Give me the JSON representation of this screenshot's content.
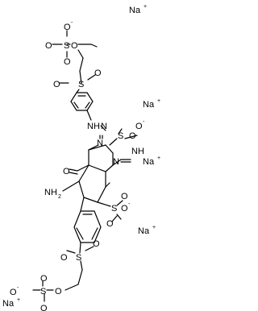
{
  "structure": {
    "type": "chemical-structure",
    "ions": {
      "na1": "Na",
      "na1_charge": "+",
      "na2": "Na",
      "na2_charge": "+",
      "na3": "Na",
      "na3_charge": "+",
      "na4": "Na",
      "na4_charge": "+"
    },
    "labels": {
      "o_minus_top": "O",
      "o_minus_top_charge": "-",
      "s_top": "S",
      "o_top_left": "O",
      "o_top_ester": "O",
      "o_top_down": "O",
      "s_sulfonyl1": "S",
      "o_sulf1_left": "O",
      "o_sulf1_right": "O",
      "n_h_hydrazo": "N",
      "n_h_hydrazo_h": "H",
      "nn_hydrazo": "N",
      "n_azo_left": "N",
      "o_so3_r1": "O",
      "o_so3_r1_charge": "-",
      "s_so3_r1": "S",
      "o_so3_r1_left": "O",
      "n_azo_right": "N",
      "n_nh_right": "N",
      "n_nh_right_h": "H",
      "o_keto": "O",
      "nh2": "NH",
      "nh2_sub": "2",
      "s_so3_r2": "S",
      "o_so3_r2_top": "O",
      "o_so3_r2_minus": "O",
      "o_so3_r2_minus_charge": "-",
      "o_so3_r2_bottom": "O",
      "s_sulfonyl2": "S",
      "o_sulf2_left": "O",
      "o_sulf2_right": "O",
      "o_minus_bot": "O",
      "o_minus_bot_charge": "-",
      "s_bot": "S",
      "o_bot_ester": "O",
      "o_bot_down": "O",
      "o_bot_left": "O"
    }
  }
}
